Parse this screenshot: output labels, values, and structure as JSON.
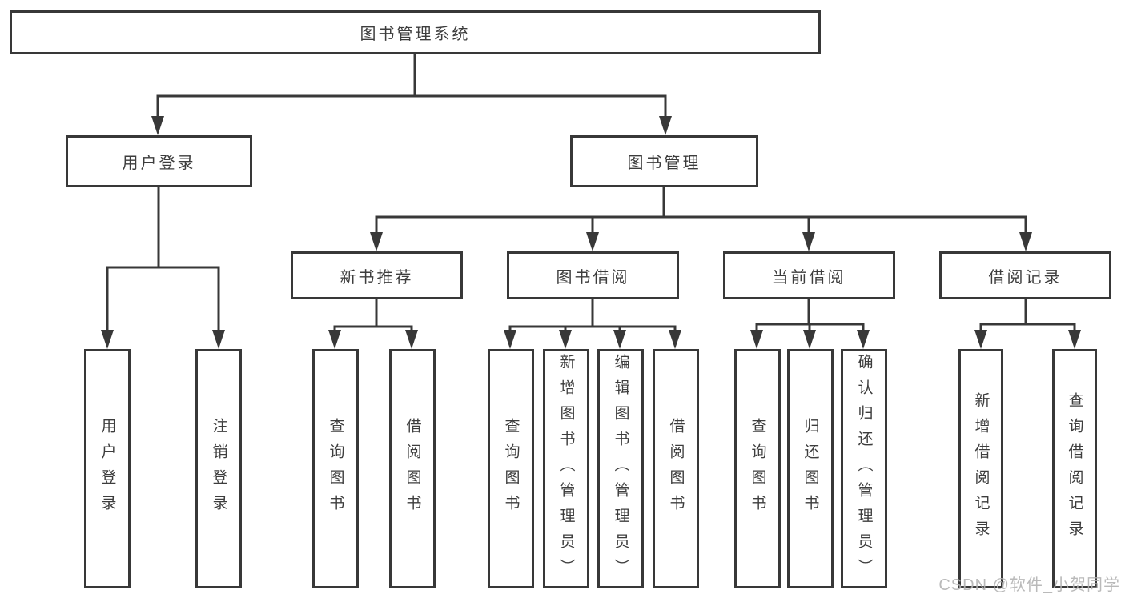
{
  "tree": {
    "label": "图书管理系统",
    "children": [
      {
        "label": "用户登录",
        "children": [
          {
            "label": "用户登录"
          },
          {
            "label": "注销登录"
          }
        ]
      },
      {
        "label": "图书管理",
        "children": [
          {
            "label": "新书推荐",
            "children": [
              {
                "label": "查询图书"
              },
              {
                "label": "借阅图书"
              }
            ]
          },
          {
            "label": "图书借阅",
            "children": [
              {
                "label": "查询图书"
              },
              {
                "label": "新增图书（管理员）"
              },
              {
                "label": "编辑图书（管理员）"
              },
              {
                "label": "借阅图书"
              }
            ]
          },
          {
            "label": "当前借阅",
            "children": [
              {
                "label": "查询图书"
              },
              {
                "label": "归还图书"
              },
              {
                "label": "确认归还（管理员）"
              }
            ]
          },
          {
            "label": "借阅记录",
            "children": [
              {
                "label": "新增借阅记录"
              },
              {
                "label": "查询借阅记录"
              }
            ]
          }
        ]
      }
    ]
  },
  "watermark": {
    "text": "CSDN @软件_小贺同学"
  },
  "colors": {
    "background": "#ffffff",
    "box_border": "#383838",
    "connector_line": "#383838",
    "text": "#3d3d3d",
    "watermark": "#b3b3b3"
  }
}
